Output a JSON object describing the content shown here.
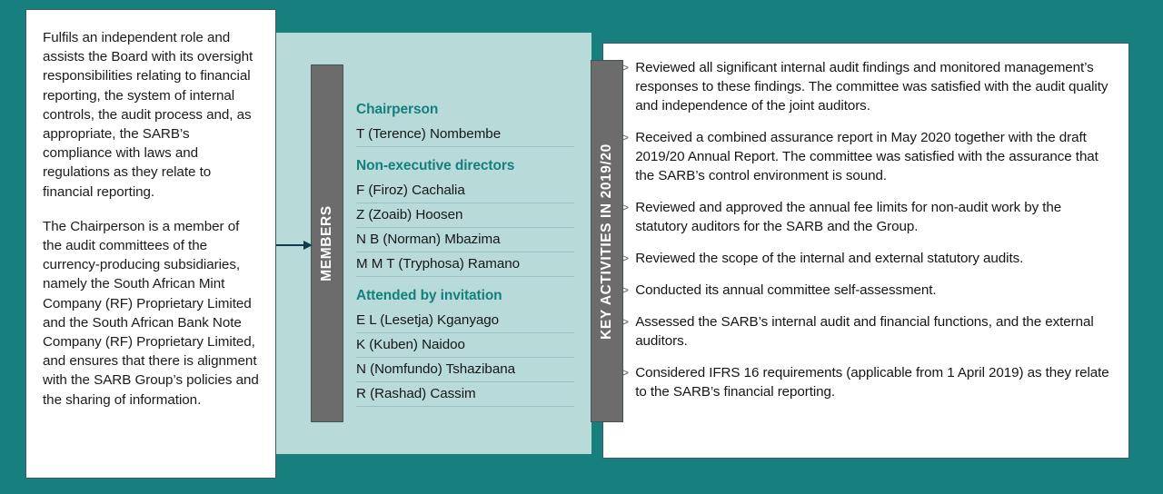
{
  "colors": {
    "background_teal": "#17807f",
    "panel_light_teal": "#b8dbda",
    "tab_gray": "#6c6c6c",
    "heading_teal": "#13807e",
    "card_white": "#ffffff",
    "arrow_navy": "#123c4a"
  },
  "purpose": {
    "paragraphs": [
      "Fulfils an independent role and assists the Board with its oversight responsibilities relating to financial reporting, the system of internal controls, the audit process and, as appropriate, the SARB’s compliance with laws and regulations as they relate to financial reporting.",
      "The Chairperson is a member of the audit committees of the currency-producing subsidiaries, namely the South African Mint Company (RF) Proprietary Limited and the South African Bank Note Company (RF) Proprietary Limited, and ensures that there is alignment with the SARB Group’s policies and the sharing of information."
    ]
  },
  "members": {
    "tab_label": "MEMBERS",
    "groups": [
      {
        "title": "Chairperson",
        "people": [
          "T (Terence) Nombembe"
        ]
      },
      {
        "title": "Non-executive directors",
        "people": [
          "F (Firoz) Cachalia",
          "Z (Zoaib) Hoosen",
          "N B (Norman) Mbazima",
          "M M T (Tryphosa) Ramano"
        ]
      },
      {
        "title": "Attended by invitation",
        "people": [
          "E L (Lesetja) Kganyago",
          "K (Kuben) Naidoo",
          "N (Nomfundo) Tshazibana",
          "R (Rashad) Cassim"
        ]
      }
    ]
  },
  "activities": {
    "tab_label": "KEY ACTIVITIES IN 2019/20",
    "bullet_glyph": ">",
    "items": [
      "Reviewed all significant internal audit findings and monitored management’s responses to these findings. The committee was satisfied with the audit quality and independence of the joint auditors.",
      "Received a combined assurance report in May 2020 together with the draft 2019/20 Annual Report. The committee was satisfied with the assurance that the SARB’s control environment is sound.",
      "Reviewed and approved the annual fee limits for non-audit work by the statutory auditors for the SARB and the Group.",
      "Reviewed the scope of the internal and external statutory audits.",
      "Conducted its annual committee self-assessment.",
      "Assessed the SARB’s internal audit and financial functions, and the external auditors.",
      "Considered IFRS 16 requirements (applicable from 1 April 2019) as they relate to the SARB’s financial reporting."
    ]
  }
}
